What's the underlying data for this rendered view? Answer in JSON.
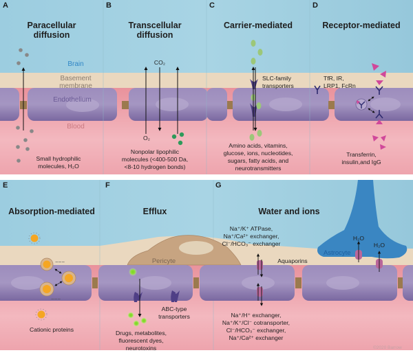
{
  "figure": {
    "copyright": "©2020 Barrow",
    "colors": {
      "brain": "#a9d3e2",
      "basement_membrane": "#ead8bf",
      "endothelium": "#8d7cae",
      "blood": "#eea9b1",
      "tight_junction": "#9b7a4e",
      "small_molecule": "#8a8a8a",
      "nonpolar_molecule": "#2e9a5a",
      "carrier_substrate": "#9cc779",
      "transporter": "#4f3f86",
      "receptor_ligand": "#d0489a",
      "cationic_protein": "#f5a623",
      "efflux_substrate": "#8dd64a",
      "pericyte": "#c7a481",
      "astrocyte": "#3a86c2",
      "aquaporin": "#b9679a"
    }
  },
  "layers": {
    "brain": "Brain",
    "basement_membrane_line1": "Basement",
    "basement_membrane_line2": "membrane",
    "endothelium": "Endothelium",
    "blood": "Blood"
  },
  "panels": {
    "A": {
      "letter": "A",
      "title_line1": "Paracellular",
      "title_line2": "diffusion",
      "caption_line1": "Small hydrophilic",
      "caption_line2": "molecules, H₂O"
    },
    "B": {
      "letter": "B",
      "title_line1": "Transcellular",
      "title_line2": "diffusion",
      "co2": "CO₂",
      "o2": "O₂",
      "caption_line1": "Nonpolar lipophilic",
      "caption_line2": "molecules (<400-500 Da,",
      "caption_line3": "<8-10 hydrogen bonds)"
    },
    "C": {
      "letter": "C",
      "title": "Carrier-mediated",
      "transporter_line1": "SLC-family",
      "transporter_line2": "transporters",
      "caption_line1": "Amino acids, vitamins,",
      "caption_line2": "glucose, ions, nucleotides,",
      "caption_line3": "sugars, fatty acids, and",
      "caption_line4": "neurotransmitters"
    },
    "D": {
      "letter": "D",
      "title": "Receptor-mediated",
      "receptors_line1": "TfR, IR,",
      "receptors_line2": "LRP1, FcRn",
      "caption_line1": "Transferrin,",
      "caption_line2": "insulin,and IgG"
    },
    "E": {
      "letter": "E",
      "title": "Absorption-mediated",
      "caption": "Cationic proteins"
    },
    "F": {
      "letter": "F",
      "title": "Efflux",
      "pericyte": "Pericyte",
      "transporter_line1": "ABC-type",
      "transporter_line2": "transporters",
      "caption_line1": "Drugs, metabolites,",
      "caption_line2": "fluorescent dyes,",
      "caption_line3": "neurotoxins"
    },
    "G": {
      "letter": "G",
      "title": "Water and ions",
      "brain_side_line1": "Na⁺/K⁺ ATPase,",
      "brain_side_line2": "Na⁺/Ca²⁺ exchanger,",
      "brain_side_line3": "Cl⁻/HCO₃⁻ exchanger",
      "aquaporins": "Aquaporins",
      "astrocyte": "Astrocyte",
      "h2o_1": "H₂O",
      "h2o_2": "H₂O",
      "blood_side_line1": "Na⁺/H⁺ exchanger,",
      "blood_side_line2": "Na⁺/K⁺/Cl⁻ cotransporter,",
      "blood_side_line3": "Cl⁻/HCO₃⁻ exchanger,",
      "blood_side_line4": "Na⁺/Ca²⁺ exchanger"
    }
  }
}
